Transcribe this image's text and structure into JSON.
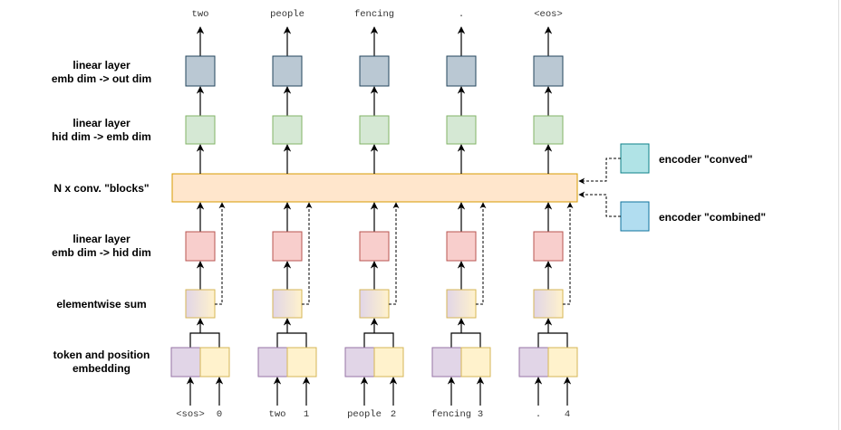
{
  "row_labels": {
    "out_layer": [
      "linear layer",
      "emb dim -> out dim"
    ],
    "hid_to_emb": [
      "linear layer",
      "hid dim -> emb dim"
    ],
    "conv_blocks": "N x conv. \"blocks\"",
    "emb_to_hid": [
      "linear layer",
      "emb dim -> hid dim"
    ],
    "sum": "elementwise sum",
    "embedding": [
      "token and position",
      "embedding"
    ]
  },
  "encoder_inputs": {
    "conved": "encoder \"conved\"",
    "combined": "encoder \"combined\""
  },
  "outputs": [
    "two",
    "people",
    "fencing",
    ".",
    "<eos>"
  ],
  "input_tokens": [
    "<sos>",
    "two",
    "people",
    "fencing",
    "."
  ],
  "input_positions": [
    "0",
    "1",
    "2",
    "3",
    "4"
  ],
  "colors": {
    "out_fill": "#bac8d3",
    "out_stroke": "#23445d",
    "green_fill": "#d5e8d4",
    "green_stroke": "#82b366",
    "conv_fill": "#ffe6cc",
    "conv_stroke": "#d79b00",
    "red_fill": "#f8cecc",
    "red_stroke": "#b85450",
    "tok_fill": "#e1d5e7",
    "tok_stroke": "#9673a6",
    "pos_fill": "#fff2cc",
    "pos_stroke": "#d6b656",
    "conved_fill": "#b0e3e6",
    "conved_stroke": "#0e8088",
    "combined_fill": "#b1ddf0",
    "combined_stroke": "#10739e"
  }
}
